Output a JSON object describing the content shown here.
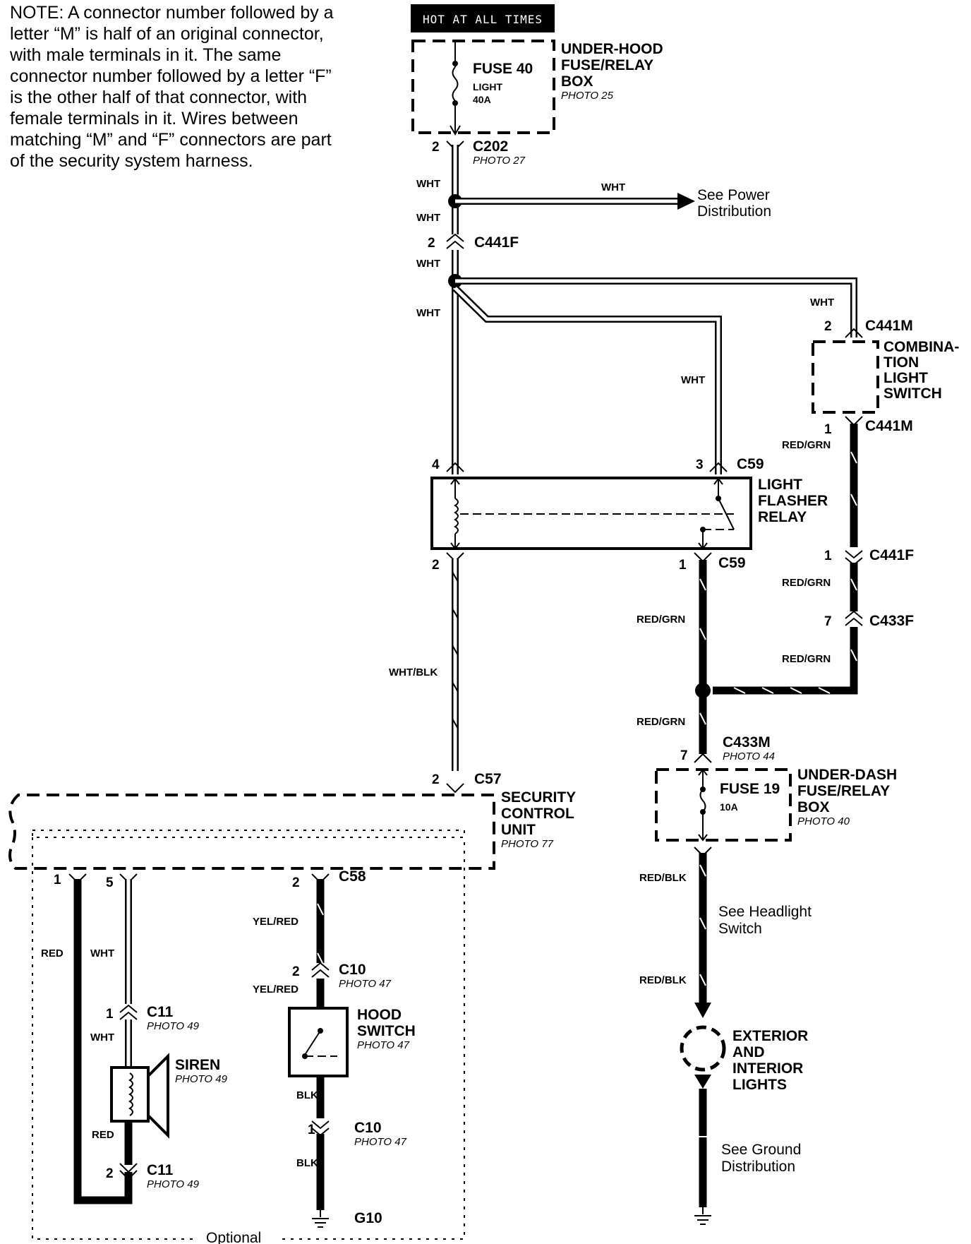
{
  "note": {
    "lines": [
      "NOTE: A connector number followed by a",
      "letter “M” is half of an original connector,",
      "with male terminals in it. The same",
      "connector number followed by a letter “F”",
      "is the other half of that connector, with",
      "female terminals in it. Wires between",
      "matching “M” and “F” connectors are part",
      "of the security system harness."
    ]
  },
  "hot_label": "HOT AT ALL TIMES",
  "underhood_box": {
    "title_lines": [
      "UNDER-HOOD",
      "FUSE/RELAY",
      "BOX"
    ],
    "photo": "PHOTO 25",
    "fuse_name": "FUSE 40",
    "fuse_desc": "LIGHT",
    "fuse_rating": "40A"
  },
  "connectors": {
    "c202": {
      "name": "C202",
      "pin": "2",
      "photo": "PHOTO 27"
    },
    "c441f_top": {
      "name": "C441F",
      "pin": "2"
    },
    "c441m_top": {
      "name": "C441M",
      "pin": "2"
    },
    "c441m_bottom": {
      "name": "C441M",
      "pin": "1"
    },
    "c441f_right": {
      "name": "C441F",
      "pin": "1"
    },
    "c433f": {
      "name": "C433F",
      "pin": "7"
    },
    "c433m": {
      "name": "C433M",
      "pin": "7",
      "photo": "PHOTO 44"
    },
    "c59_top": {
      "name": "C59",
      "pin_left": "4",
      "pin_right": "3"
    },
    "c59_bottom": {
      "name": "C59",
      "pin_left": "2",
      "pin_right": "1"
    },
    "c57": {
      "name": "C57",
      "pin": "2"
    },
    "c58": {
      "name": "C58",
      "pin1": "1",
      "pin5": "5",
      "pin2": "2"
    },
    "c11_top": {
      "name": "C11",
      "pin": "1",
      "photo": "PHOTO 49"
    },
    "c11_bottom": {
      "name": "C11",
      "pin": "2",
      "photo": "PHOTO 49"
    },
    "c10_top": {
      "name": "C10",
      "pin": "2",
      "photo": "PHOTO 47"
    },
    "c10_bottom": {
      "name": "C10",
      "pin": "1",
      "photo": "PHOTO 47"
    }
  },
  "power_dist": {
    "wire": "WHT",
    "lines": [
      "See Power",
      "Distribution"
    ]
  },
  "wire_labels": {
    "wht_1": "WHT",
    "wht_2": "WHT",
    "wht_3": "WHT",
    "wht_4": "WHT",
    "wht_relay": "WHT",
    "wht_comb": "WHT",
    "redgrn_1": "RED/GRN",
    "redgrn_2": "RED/GRN",
    "redgrn_3": "RED/GRN",
    "redgrn_4": "RED/GRN",
    "redgrn_5": "RED/GRN",
    "whtblk": "WHT/BLK",
    "redblk_1": "RED/BLK",
    "redblk_2": "RED/BLK",
    "red_1": "RED",
    "red_2": "RED",
    "wht_siren_1": "WHT",
    "wht_siren_2": "WHT",
    "yelred_1": "YEL/RED",
    "yelred_2": "YEL/RED",
    "blk_1": "BLK",
    "blk_2": "BLK"
  },
  "comb_switch": {
    "title_lines": [
      "COMBINA-",
      "TION",
      "LIGHT",
      "SWITCH"
    ]
  },
  "relay": {
    "title_lines": [
      "LIGHT",
      "FLASHER",
      "RELAY"
    ]
  },
  "underdash_box": {
    "title_lines": [
      "UNDER-DASH",
      "FUSE/RELAY",
      "BOX"
    ],
    "photo": "PHOTO 40",
    "fuse_name": "FUSE 19",
    "fuse_rating": "10A"
  },
  "headlight": {
    "lines": [
      "See Headlight",
      "Switch"
    ]
  },
  "lights": {
    "title_lines": [
      "EXTERIOR",
      "AND",
      "INTERIOR",
      "LIGHTS"
    ]
  },
  "ground_dist": {
    "lines": [
      "See Ground",
      "Distribution"
    ]
  },
  "security_unit": {
    "title_lines": [
      "SECURITY",
      "CONTROL",
      "UNIT"
    ],
    "photo": "PHOTO 77"
  },
  "siren": {
    "title": "SIREN",
    "photo": "PHOTO 49"
  },
  "hood_switch": {
    "title_lines": [
      "HOOD",
      "SWITCH"
    ],
    "photo": "PHOTO 47"
  },
  "ground": {
    "name": "G10"
  },
  "optional_label": "Optional"
}
